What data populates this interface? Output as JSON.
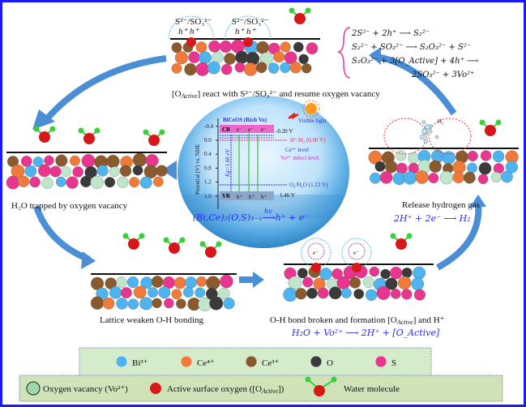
{
  "colors": {
    "frame": "#1a1aff",
    "arrow": "#4a8fd6",
    "bi": "#4fb3ef",
    "ce4": "#f07a3a",
    "ce3": "#8a5a2e",
    "o": "#3a3a3a",
    "s": "#e8368f",
    "vacancy": "#bfe6cc",
    "active_o": "#d81818",
    "h": "#3ccf3c",
    "legend_bg": "#cfe8c0",
    "equation": "#2a2aff"
  },
  "steps": {
    "top": "[O_Active] react with S²⁻/SO₃²⁻ and resume oxygen vacancy",
    "top_parts": {
      "a": "[O",
      "sub": "Active",
      "b": "] react with S²⁻/SO₃²⁻ and resume oxygen vacancy"
    },
    "left": "H₂O trapped by oxygen vacancy",
    "bottom_left": "Lattice weaken O-H bonding",
    "bottom_right_parts": {
      "a": "O-H bond broken and formation [O",
      "sub": "Active",
      "b": "] and H⁺"
    },
    "right": "Release hydrogen gas"
  },
  "bubbles": {
    "species": "S²⁻/SO₃²⁻",
    "holes": "h⁺   h⁺",
    "electron": "e⁻",
    "h2": "H₂"
  },
  "equations": {
    "top": [
      "2S²⁻ + 2h⁺ ⟶ S₂²⁻",
      "S₂²⁻ + SO₃²⁻ ⟶ S₂O₃²⁻ + S²⁻",
      "S₂O₃²⁻ + 3[O_Active] + 4h⁺ ⟶",
      "2SO₃²⁻ + 3Vo²⁺"
    ],
    "right": "2H⁺ + 2e⁻ ⟶ H₂",
    "bottom": "H₂O + Vo²⁺ ⟶ 2H⁺ + [O_Active]",
    "center": "(Bi,Ce)₂(O,S)₃₋ₓ",
    "center_hv": "hv",
    "center_products": "⟶h⁺ + e⁻"
  },
  "band_diagram": {
    "title": "BiCeOS (Rich Vo)",
    "ylabel": "Potential (V) vs. NHE",
    "ticks": [
      "-0.4",
      "0.0",
      "0.4",
      "0.8",
      "1.2",
      "1.6"
    ],
    "cb_label": "CB",
    "vb_label": "VB",
    "cb_value": "-0.20 V",
    "vb_value": "1.46 V",
    "h_level": "H⁺/H₂ (0.00 V)",
    "o_level": "O₂/H₂O (1.23 V)",
    "ce_level": "Ce³⁺ level",
    "vo_level": "Vo²⁺ defect level",
    "light": "Visible light",
    "gap": "Eg=1.66 eV",
    "carriers_e": "e⁻",
    "carriers_h": "h⁺"
  },
  "legend": {
    "row1": [
      {
        "label": "Bi³⁺",
        "color": "#4fb3ef"
      },
      {
        "label": "Ce⁴⁺",
        "color": "#f07a3a"
      },
      {
        "label": "Ce³⁺",
        "color": "#8a5a2e"
      },
      {
        "label": "O",
        "color": "#3a3a3a"
      },
      {
        "label": "S",
        "color": "#e8368f"
      }
    ],
    "vacancy": "Oxygen vacancy (Vo²⁺)",
    "active_a": "Active surface oxygen ([O",
    "active_sub": "Active",
    "active_b": "])",
    "water": "Water molecule"
  }
}
